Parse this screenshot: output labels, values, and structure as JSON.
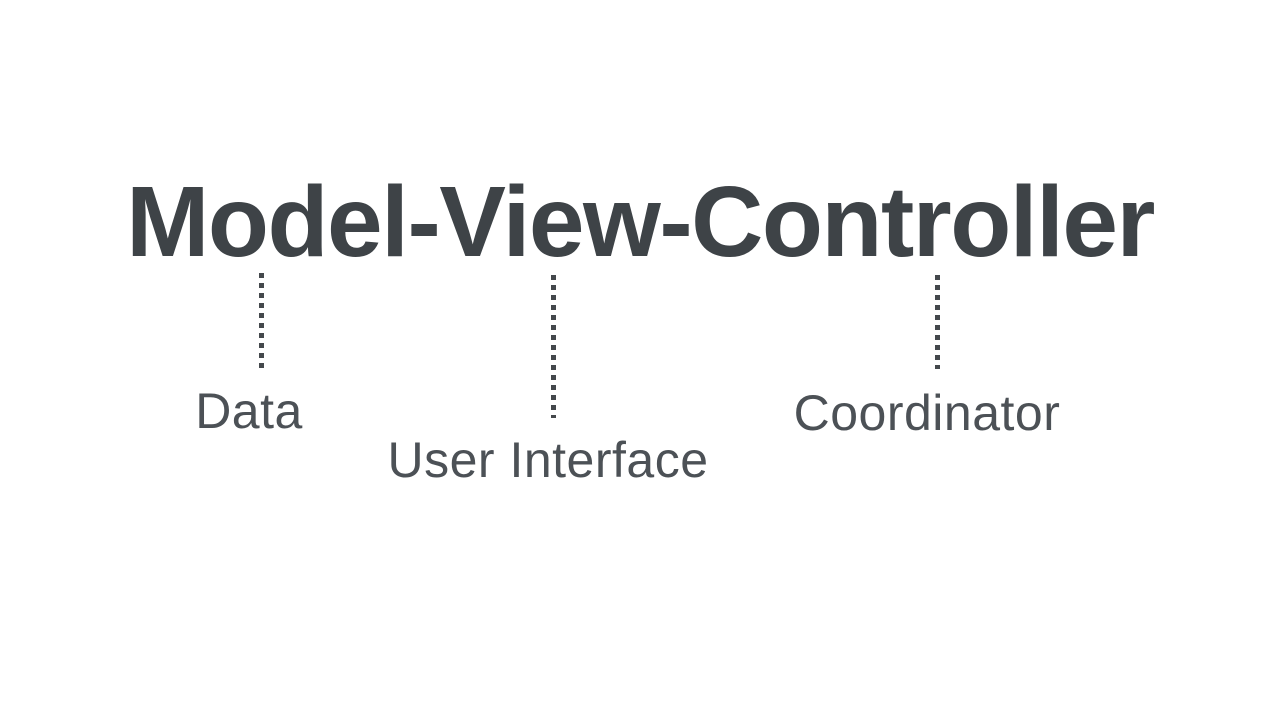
{
  "title": "Model-View-Controller",
  "connectors": [
    {
      "id": "model",
      "label": "Data"
    },
    {
      "id": "view",
      "label": "User Interface"
    },
    {
      "id": "controller",
      "label": "Coordinator"
    }
  ],
  "colors": {
    "background": "#ffffff",
    "title_text": "#3e4347",
    "label_text": "#4c5156",
    "connector_dots": "#44484c"
  }
}
